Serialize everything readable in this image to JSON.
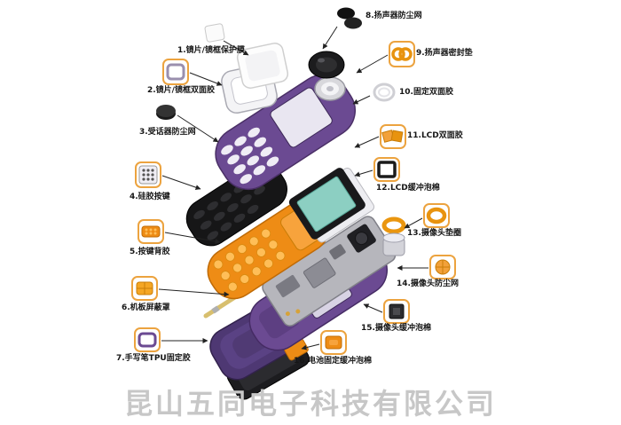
{
  "watermark": "昆山五同电子科技有限公司",
  "colors": {
    "accent_orange_border": "#eca33f",
    "part_orange": "#ee8c15",
    "part_purple": "#6b4a92",
    "battery_purple": "#4e3873",
    "lcd_teal": "#8ccfc2",
    "pcb_gray": "#b6b6bc",
    "watermark_gray": "#c7c7c7"
  },
  "labels": [
    {
      "num": "1",
      "text": "1.镜片/镜框保护膜",
      "icon": "lens-film-icon"
    },
    {
      "num": "2",
      "text": "2.镜片/镜框双面胶",
      "icon": "lens-frame-tape-icon"
    },
    {
      "num": "3",
      "text": "3.受话器防尘网",
      "icon": "receiver-mesh-icon"
    },
    {
      "num": "4",
      "text": "4.硅胶按键",
      "icon": "silicone-keypad-icon"
    },
    {
      "num": "5",
      "text": "5.按键背胶",
      "icon": "keypad-adhesive-icon"
    },
    {
      "num": "6",
      "text": "6.机板屏蔽罩",
      "icon": "board-shield-icon"
    },
    {
      "num": "7",
      "text": "7.手写笔TPU固定胶",
      "icon": "stylus-tpu-tape-icon"
    },
    {
      "num": "8",
      "text": "8.扬声器防尘网",
      "icon": "speaker-mesh-icon"
    },
    {
      "num": "9",
      "text": "9.扬声器密封垫",
      "icon": "speaker-gasket-icon"
    },
    {
      "num": "10",
      "text": "10.固定双面胶",
      "icon": "fixing-tape-ring-icon"
    },
    {
      "num": "11",
      "text": "11.LCD双面胶",
      "icon": "lcd-tape-icon"
    },
    {
      "num": "12",
      "text": "12.LCD缓冲泡棉",
      "icon": "lcd-foam-icon"
    },
    {
      "num": "13",
      "text": "13.摄像头垫圈",
      "icon": "camera-gasket-icon"
    },
    {
      "num": "14",
      "text": "14.摄像头防尘网",
      "icon": "camera-mesh-icon"
    },
    {
      "num": "15",
      "text": "15.摄像头缓冲泡棉",
      "icon": "camera-foam-icon"
    },
    {
      "num": "16",
      "text": "16.电池固定缓冲泡棉",
      "icon": "battery-foam-icon"
    }
  ]
}
